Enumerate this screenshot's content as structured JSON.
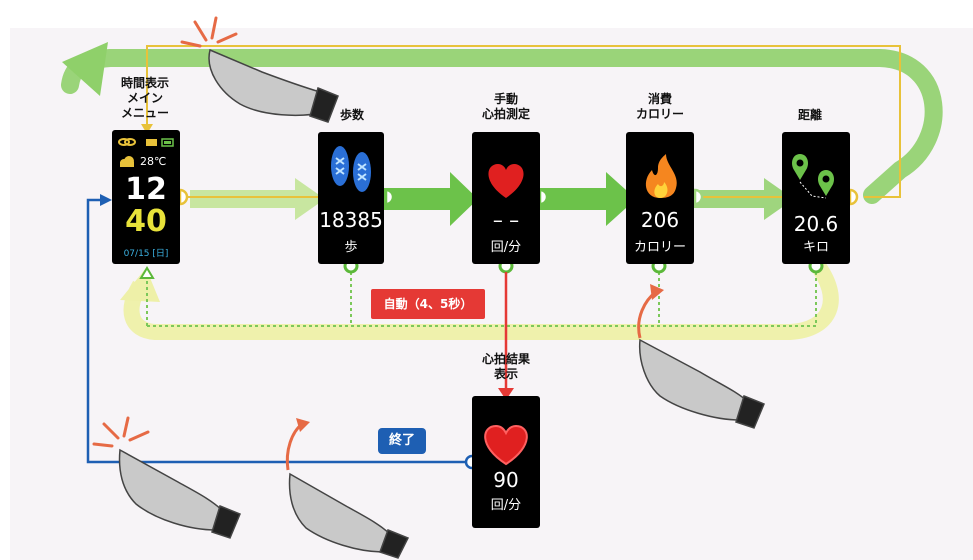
{
  "screens": {
    "main": {
      "title_line1": "時間表示",
      "title_line2": "メイン",
      "title_line3": "メニュー",
      "temp": "28℃",
      "hour": "12",
      "minute": "40",
      "date": "07/15 [日]"
    },
    "steps": {
      "title": "歩数",
      "value": "18385",
      "unit": "歩"
    },
    "heart": {
      "title_line1": "手動",
      "title_line2": "心拍測定",
      "value": "– –",
      "unit": "回/分"
    },
    "calories": {
      "title_line1": "消費",
      "title_line2": "カロリー",
      "value": "206",
      "unit": "カロリー"
    },
    "distance": {
      "title": "距離",
      "value": "20.6",
      "unit": "キロ"
    },
    "heart_result": {
      "title_line1": "心拍結果",
      "title_line2": "表示",
      "value": "90",
      "unit": "回/分"
    }
  },
  "badges": {
    "auto": "自動（4、5秒）",
    "end": "終了"
  },
  "colors": {
    "green_arrow": "#6cc24a",
    "light_green": "#c8e6a0",
    "yellow_line": "#e8c23a",
    "pale_yellow": "#eef0a8",
    "dotted_green": "#7cc85a",
    "red_badge": "#e53935",
    "blue_line": "#1e5fb3",
    "tap_spark": "#e66a45"
  },
  "icons": [
    "cloud-icon",
    "link-icon",
    "envelope-icon",
    "battery-icon",
    "shoe-prints-icon",
    "heart-icon",
    "flame-icon",
    "map-pin-icon",
    "hand-pointer-icon",
    "tap-spark-icon",
    "curved-arrow-icon"
  ]
}
